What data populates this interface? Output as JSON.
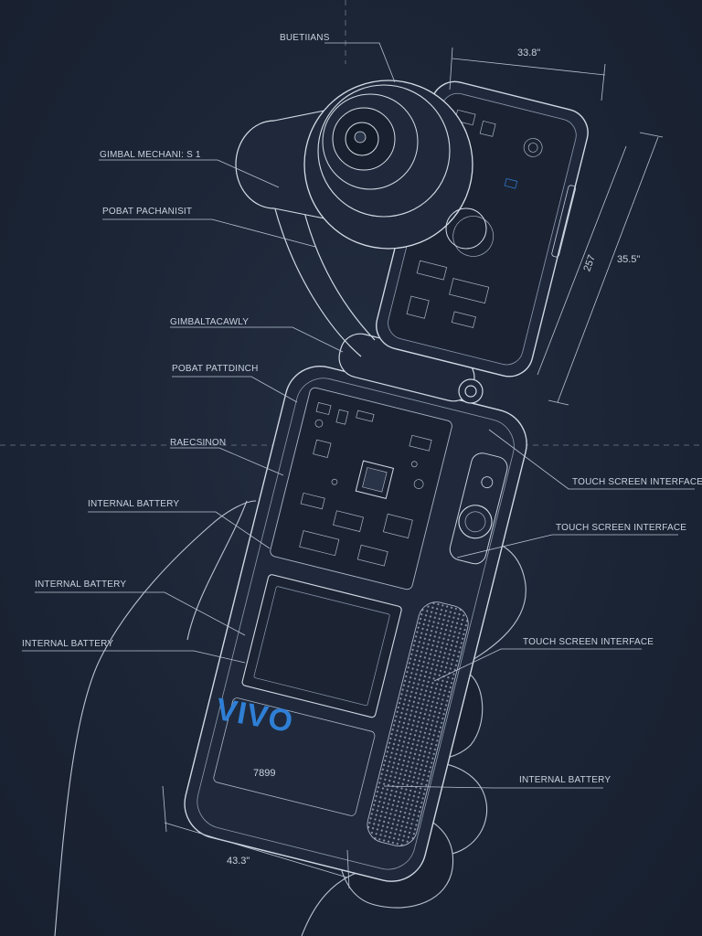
{
  "labels": {
    "top": "BUETIIANS",
    "gimbal_mechani": "GIMBAL MECHANI: S 1",
    "pobat_pachanisit": "POBAT PACHANISIT",
    "gimbal_tacawly": "GIMBALTACAWLY",
    "pobat_pattdinch": "POBAT PATTDINCH",
    "raecsinon": "RAECSINON",
    "internal_battery_1": "INTERNAL BATTERY",
    "internal_battery_2": "INTERNAL BATTERY",
    "internal_battery_3": "INTERNAL BATTERY",
    "internal_battery_4": "INTERNAL BATTERY",
    "touch_screen_1": "TOUCH SCREEN INTERFACE",
    "touch_screen_2": "TOUCH SCREEN INTERFACE",
    "touch_screen_3": "TOUCH SCREEN INTERFACE"
  },
  "dimensions": {
    "width_top": "33.8\"",
    "height_right_outer": "35.5\"",
    "height_right_inner": "257",
    "width_bottom": "43.3\"",
    "serial": "7899"
  },
  "brand": "VIVO",
  "colors": {
    "background": "#1c2536",
    "line": "#c9d2df",
    "accent": "#2f7fd6"
  }
}
